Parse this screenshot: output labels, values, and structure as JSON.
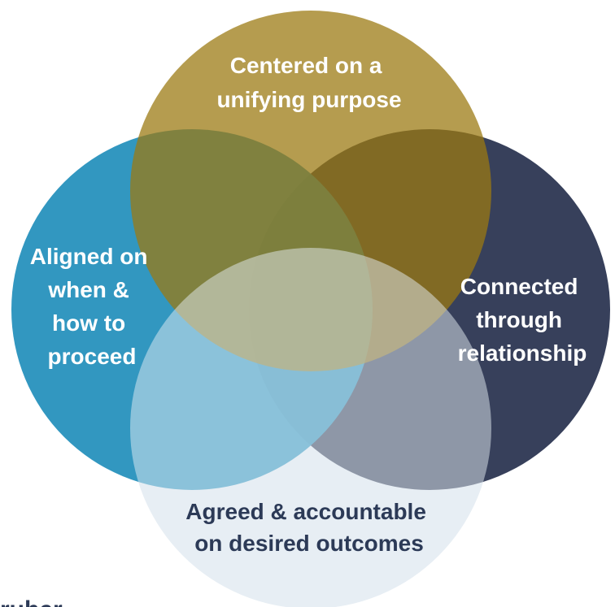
{
  "diagram": {
    "circles": [
      {
        "id": "purpose",
        "color": "#9b7a12",
        "lines": [
          "Centered on a",
          "unifying purpose"
        ]
      },
      {
        "id": "aligned",
        "color": "#2a93bd",
        "lines": [
          "Aligned on",
          "when &",
          "how to",
          "proceed"
        ]
      },
      {
        "id": "connected",
        "color": "#313a56",
        "lines": [
          "Connected",
          "through",
          "relationship"
        ]
      },
      {
        "id": "agreed",
        "color": "#e6edf3",
        "lines": [
          "Agreed & accountable",
          "on desired outcomes"
        ]
      }
    ]
  },
  "brand": {
    "text": "ruber"
  }
}
